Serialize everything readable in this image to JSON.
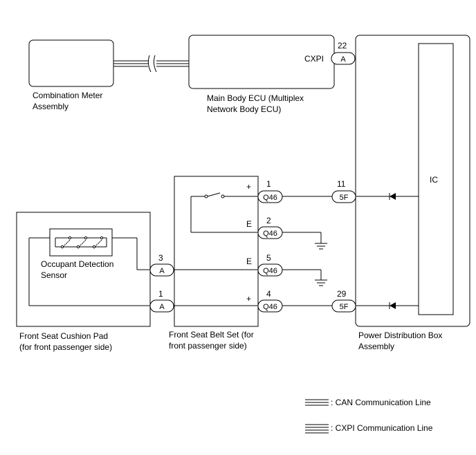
{
  "components": {
    "combination_meter": [
      "Combination Meter",
      "Assembly"
    ],
    "main_body_ecu": [
      "Main Body ECU (Multiplex",
      "Network Body ECU)"
    ],
    "power_distribution_box": [
      "Power Distribution Box",
      "Assembly"
    ],
    "front_seat_belt_set": [
      "Front Seat Belt Set (for",
      "front passenger side)"
    ],
    "front_seat_cushion_pad": [
      "Front Seat Cushion Pad",
      "(for front passenger side)"
    ],
    "occupant_detection_sensor": [
      "Occupant Detection",
      "Sensor"
    ],
    "ic": "IC"
  },
  "signals": {
    "cxpi": "CXPI",
    "plus": "+",
    "ground": "E"
  },
  "connectors": {
    "ecu_cxpi": {
      "name": "A",
      "pin": "22"
    },
    "belt_1": {
      "name": "Q46",
      "pin": "1"
    },
    "belt_2": {
      "name": "Q46",
      "pin": "2"
    },
    "belt_5": {
      "name": "Q46",
      "pin": "5"
    },
    "belt_4": {
      "name": "Q46",
      "pin": "4"
    },
    "pdb_11": {
      "name": "5F",
      "pin": "11"
    },
    "pdb_29": {
      "name": "5F",
      "pin": "29"
    },
    "cushion_3": {
      "name": "A",
      "pin": "3"
    },
    "cushion_1": {
      "name": "A",
      "pin": "1"
    }
  },
  "legend": [
    {
      "label": ": CAN Communication Line",
      "lines": 3
    },
    {
      "label": ": CXPI Communication Line",
      "lines": 4
    }
  ]
}
